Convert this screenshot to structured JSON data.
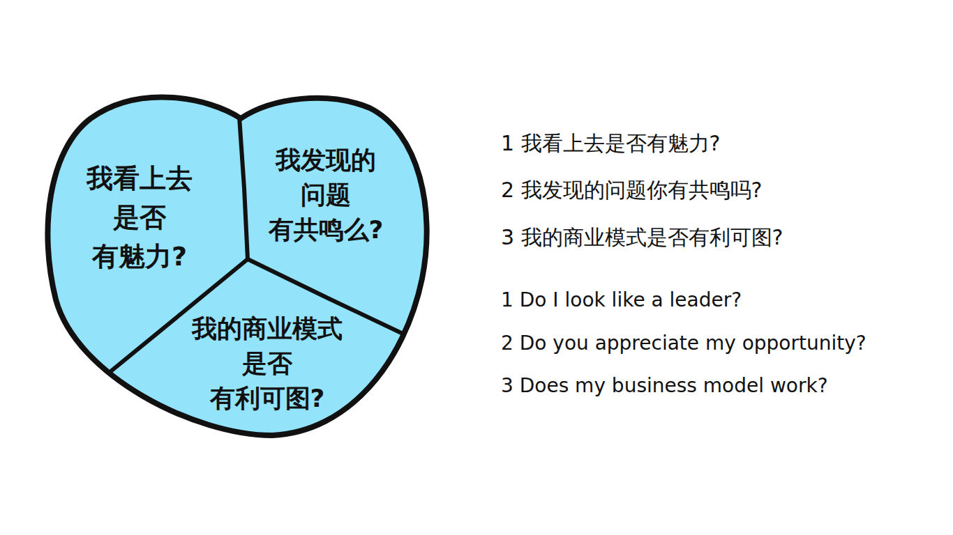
{
  "diagram": {
    "nodes": [
      {
        "text": [
          "我看上去 是否 有魅力?"
        ]
      },
      {
        "text": [
          "我发现的 问题 有共鸣么?"
        ]
      },
      {
        "text": [
          "我的商业模式 是否 有利可图?"
        ]
      }
    ],
    "labels": [
      "1 我看上去是否有魅力?",
      "2 我发现的问题你有共鸣吗?",
      "3 我的商业模式是否有利可图?",
      "1 Do I look like a leader?",
      "2 Do you appreciate my opportunity?",
      "3 Does my business model work?"
    ]
  }
}
